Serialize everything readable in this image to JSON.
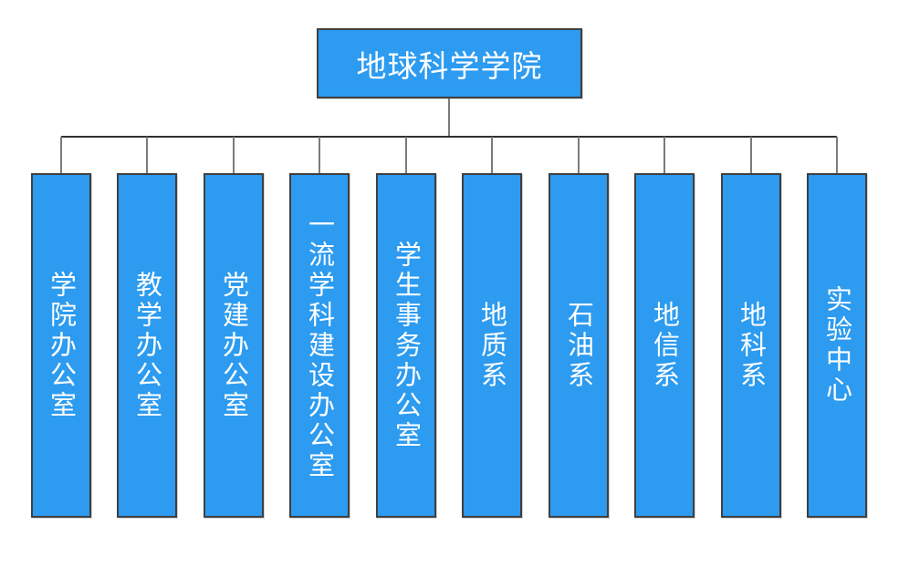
{
  "org": {
    "root_label": "地球科学学院",
    "children": [
      {
        "label": "学院办公室"
      },
      {
        "label": "教学办公室"
      },
      {
        "label": "党建办公室"
      },
      {
        "label": "一流学科建设办公室"
      },
      {
        "label": "学生事务办公室"
      },
      {
        "label": "地质系"
      },
      {
        "label": "石油系"
      },
      {
        "label": "地信系"
      },
      {
        "label": "地科系"
      },
      {
        "label": "实验中心"
      }
    ]
  },
  "colors": {
    "node_fill": "#2C9BF0",
    "node_border": "#3F3F3F",
    "node_text": "#FFFFFF",
    "connector": "#7B7B7B",
    "connector_dark": "#303030",
    "background": "#FFFFFF"
  }
}
